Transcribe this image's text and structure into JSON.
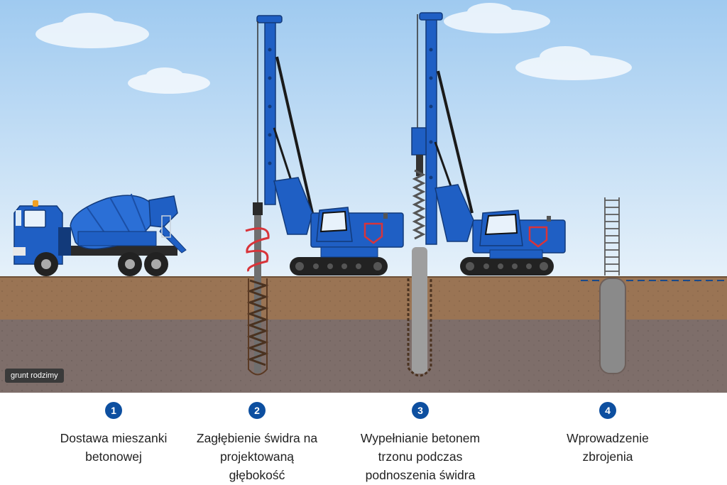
{
  "soil_label": "grunt rodzimy",
  "colors": {
    "sky_top": "#9fcaf0",
    "sky_bottom": "#e6f1fa",
    "topsoil": "#9a7454",
    "native_soil": "#7e6e6a",
    "machine_blue": "#1f5fc4",
    "accent_red": "#d8343a",
    "step_badge": "#0d4fa0"
  },
  "steps": [
    {
      "number": "1",
      "caption": "Dostawa mieszanki\nbetonowej",
      "icon": "concrete-mixer-truck"
    },
    {
      "number": "2",
      "caption": "Zagłębienie świdra na\nprojektowaną\ngłębokość",
      "icon": "drilling-rig-auger"
    },
    {
      "number": "3",
      "caption": "Wypełnianie betonem\ntrzonu podczas\npodnoszenia świdra",
      "icon": "drilling-rig-concreting"
    },
    {
      "number": "4",
      "caption": "Wprowadzenie\nzbrojenia",
      "icon": "reinforcement-cage"
    }
  ]
}
